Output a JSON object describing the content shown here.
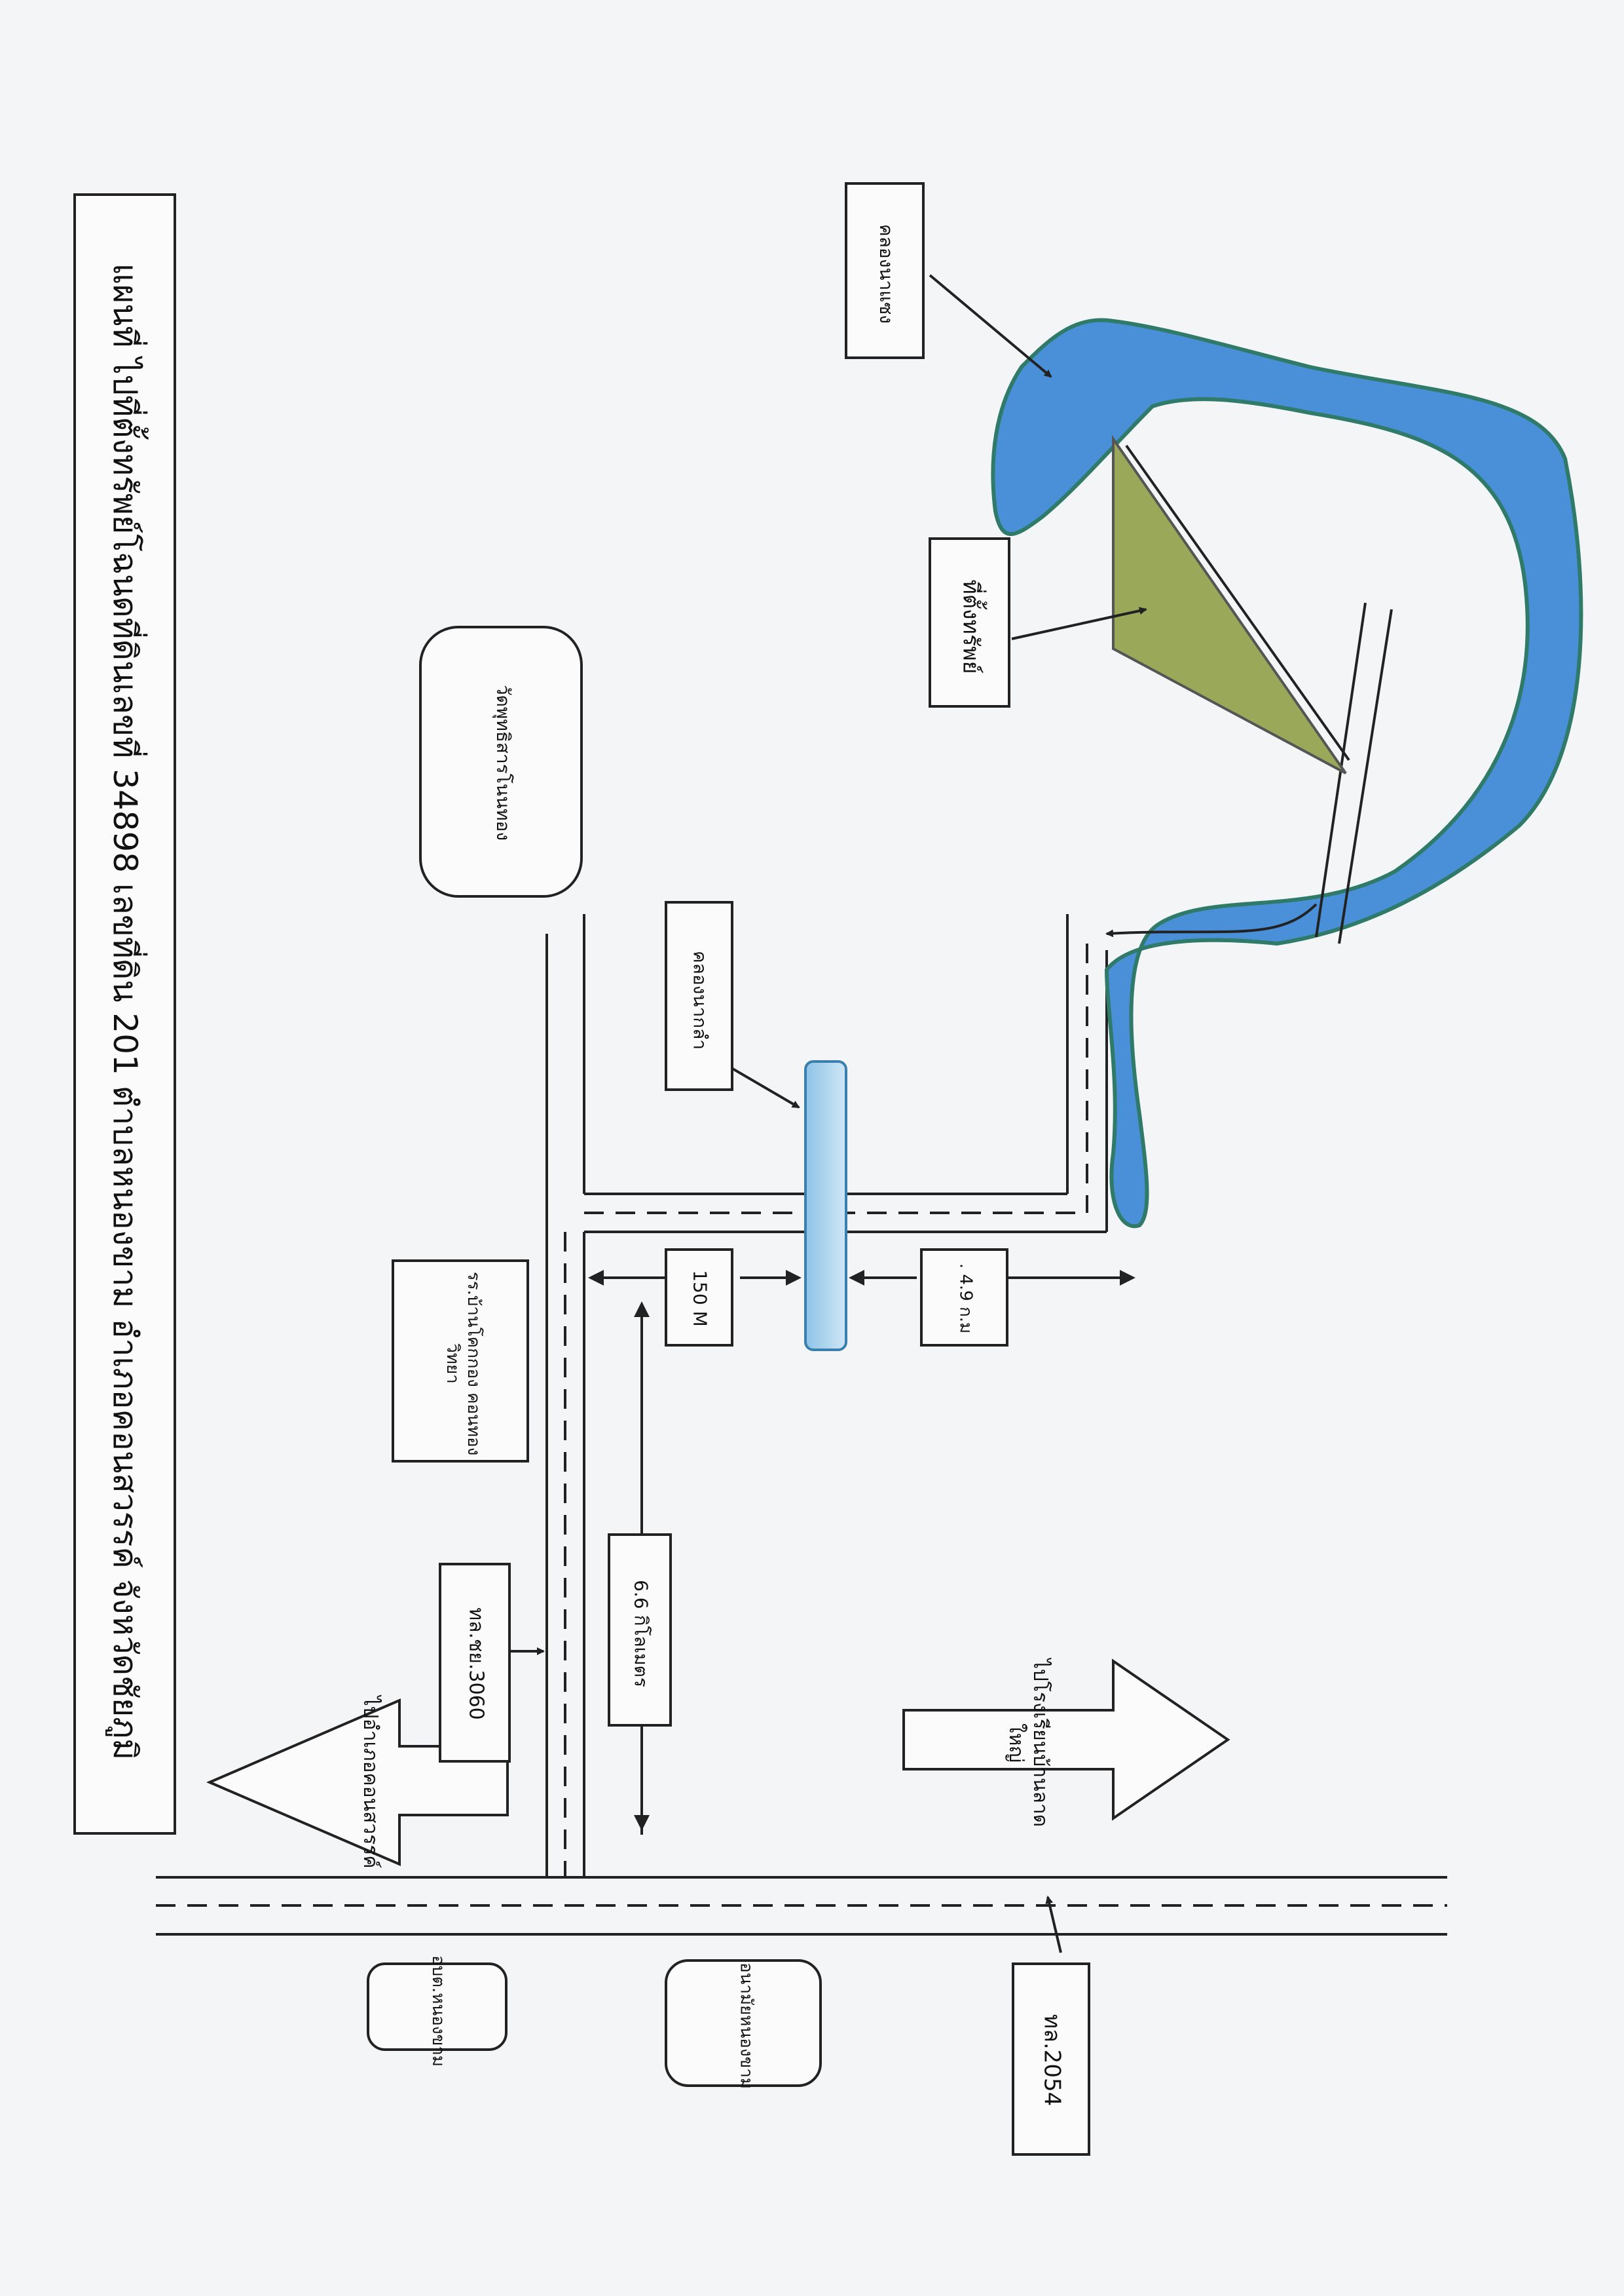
{
  "map": {
    "title": "แผนที่ ไปที่ตั้งทรัพย์โฉนดที่ดินเลขที่ 34898 เลขที่ดิน 201 ตำบลหนองขาม  อำเภอคอนสวรรค์ จังหวัดชัยภูมิ",
    "labels": {
      "obt": "อบต.หนองขาม",
      "health": "อนามัยหนองขาม",
      "route2054": "ทล.2054",
      "route3060": "ทล.ชย.3060",
      "to_konsawan": "ไปอำเภอคอนสวรรค์",
      "to_ladyai": "ไปโรงเรียนบ้านลาดใหญ่",
      "distance_66": "6.6 กิโลเมตร",
      "school": "รร.บ้านโคกกอง คอนทองวิทยา",
      "distance_150": "150 M",
      "distance_49": ". 4.9 ก.ม",
      "canal_nokla": "คลองนากลำ",
      "temple": "วัดพุทธิสารโนนทอง",
      "property": "ที่ตั้งทรัพย์",
      "canal_nasaeng": "คลองนาแซง"
    },
    "colors": {
      "water": "#4a90d9",
      "water_edge": "#2f7a68",
      "property": "#9aa85a",
      "ink": "#222222"
    }
  }
}
